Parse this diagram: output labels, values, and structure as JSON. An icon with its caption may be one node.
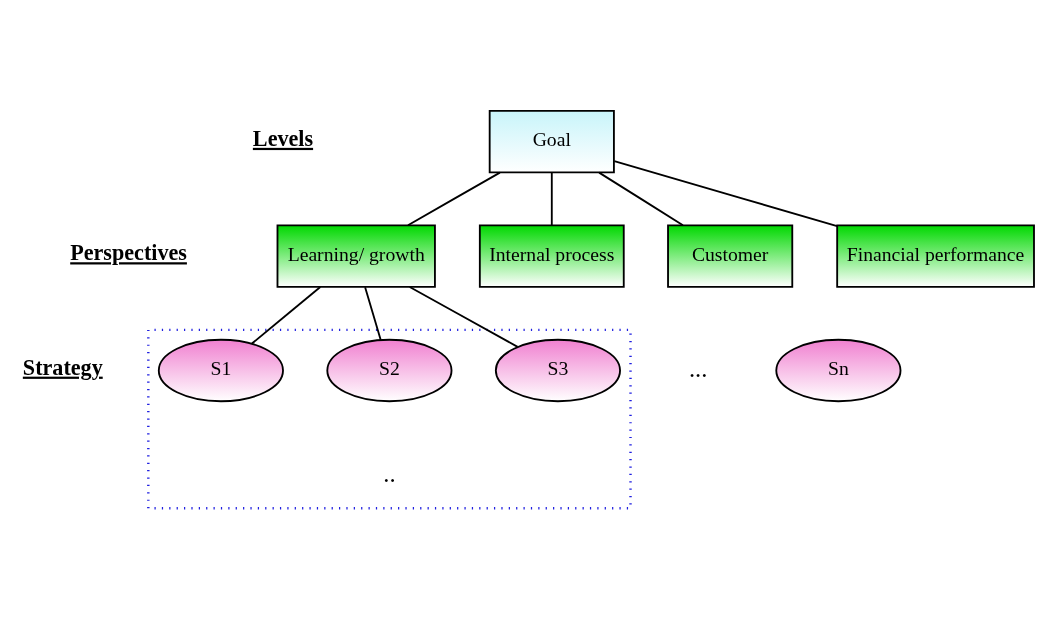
{
  "diagram": {
    "nodes": [
      {
        "text": [
          "Goal"
        ]
      },
      {
        "text": [
          "Learning/ growth"
        ]
      },
      {
        "text": [
          "Internal process"
        ]
      },
      {
        "text": [
          "Customer"
        ]
      },
      {
        "text": [
          "Financial performance"
        ]
      },
      {
        "text": [],
        "shape": "box"
      },
      {
        "text": [
          "S1"
        ],
        "in": 5
      },
      {
        "text": [
          "S2"
        ],
        "in": 5
      },
      {
        "text": [
          "S3"
        ],
        "in": 5
      },
      {
        "text": [
          "Sn"
        ]
      }
    ],
    "edges": [
      {
        "from": 0,
        "to": 1,
        "arrow": "none"
      },
      {
        "from": 0,
        "to": 2,
        "arrow": "none"
      },
      {
        "from": 0,
        "to": 3,
        "arrow": "none"
      },
      {
        "from": 0,
        "to": 4,
        "arrow": "none"
      },
      {
        "from": 1,
        "to": 6,
        "arrow": "none"
      },
      {
        "from": 1,
        "to": 7,
        "arrow": "none"
      },
      {
        "from": 1,
        "to": 8,
        "arrow": "none"
      }
    ],
    "labels": [
      "Levels",
      "Perspectives",
      "Strategy",
      "...",
      ".."
    ]
  }
}
